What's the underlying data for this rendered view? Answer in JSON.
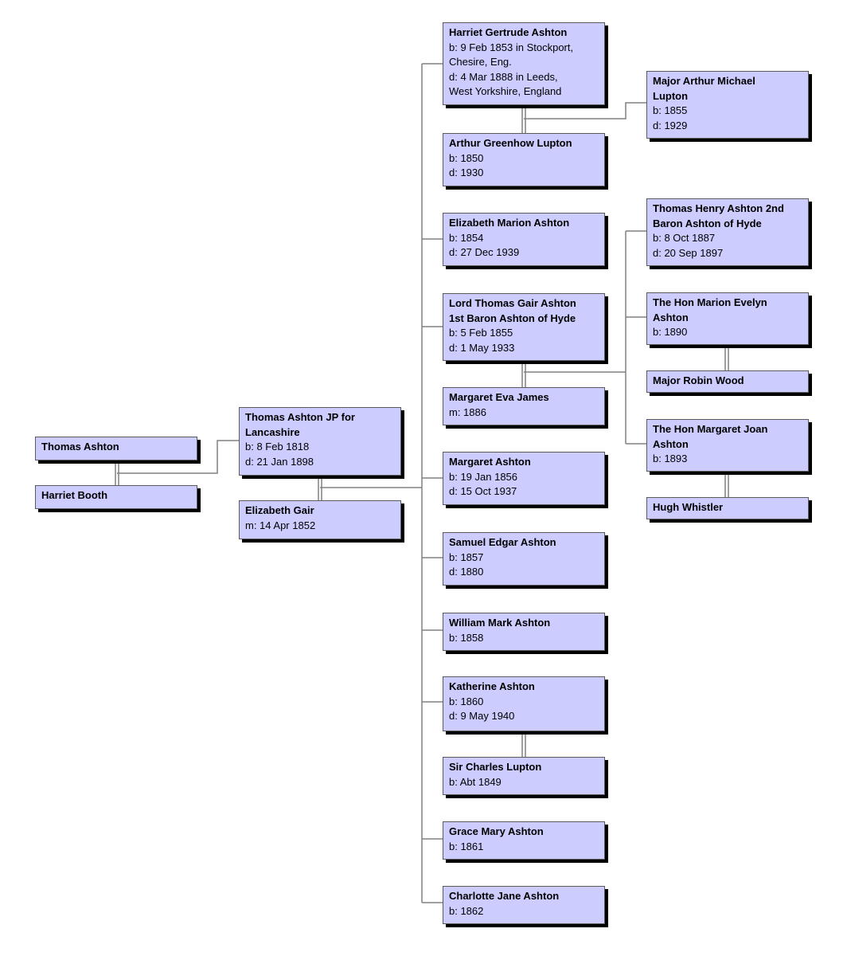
{
  "colors": {
    "box_fill": "#ccccff",
    "box_border": "#5a5a5a",
    "shadow": "#000000",
    "connector": "#808080"
  },
  "people": {
    "p_thomas_sr": {
      "name": "Thomas Ashton",
      "lines": []
    },
    "p_harriet_booth": {
      "name": "Harriet Booth",
      "lines": []
    },
    "p_thomas_jp": {
      "name": "Thomas Ashton JP for\nLancashire",
      "lines": [
        "b: 8 Feb 1818",
        "d: 21 Jan 1898"
      ]
    },
    "p_elizabeth_gair": {
      "name": "Elizabeth Gair",
      "lines": [
        "m: 14 Apr 1852"
      ]
    },
    "p_harriet_gertrude": {
      "name": "Harriet Gertrude Ashton",
      "lines": [
        "b: 9 Feb 1853 in Stockport,\nChesire, Eng.",
        "d: 4 Mar 1888 in Leeds,\nWest Yorkshire, England"
      ]
    },
    "p_arthur_greenhow": {
      "name": "Arthur Greenhow Lupton",
      "lines": [
        "b: 1850",
        "d: 1930"
      ]
    },
    "p_elizabeth_marion": {
      "name": "Elizabeth Marion Ashton",
      "lines": [
        "b: 1854",
        "d: 27 Dec 1939"
      ]
    },
    "p_lord_thomas": {
      "name": "Lord Thomas Gair Ashton\n1st Baron Ashton of Hyde",
      "lines": [
        "b: 5 Feb 1855",
        "d: 1 May 1933"
      ]
    },
    "p_margaret_eva": {
      "name": "Margaret Eva James",
      "lines": [
        "m: 1886"
      ]
    },
    "p_margaret_ashton": {
      "name": "Margaret Ashton",
      "lines": [
        "b: 19 Jan 1856",
        "d: 15 Oct 1937"
      ]
    },
    "p_samuel_edgar": {
      "name": "Samuel Edgar Ashton",
      "lines": [
        "b: 1857",
        "d: 1880"
      ]
    },
    "p_william_mark": {
      "name": "William Mark Ashton",
      "lines": [
        "b: 1858"
      ]
    },
    "p_katherine": {
      "name": "Katherine Ashton",
      "lines": [
        "b: 1860",
        "d: 9 May 1940"
      ]
    },
    "p_sir_charles": {
      "name": "Sir Charles Lupton",
      "lines": [
        "b: Abt 1849"
      ]
    },
    "p_grace_mary": {
      "name": "Grace Mary Ashton",
      "lines": [
        "b: 1861"
      ]
    },
    "p_charlotte_jane": {
      "name": "Charlotte Jane Ashton",
      "lines": [
        "b: 1862"
      ]
    },
    "p_major_arthur": {
      "name": "Major Arthur Michael\nLupton",
      "lines": [
        "b: 1855",
        "d: 1929"
      ]
    },
    "p_thomas_henry": {
      "name": "Thomas Henry Ashton 2nd\nBaron Ashton of Hyde",
      "lines": [
        "b: 8 Oct 1887",
        "d: 20 Sep 1897"
      ]
    },
    "p_marion_evelyn": {
      "name": "The Hon Marion Evelyn\nAshton",
      "lines": [
        "b: 1890"
      ]
    },
    "p_robin_wood": {
      "name": "Major Robin Wood",
      "lines": []
    },
    "p_margaret_joan": {
      "name": "The Hon Margaret Joan\nAshton",
      "lines": [
        "b: 1893"
      ]
    },
    "p_hugh_whistler": {
      "name": "Hugh Whistler",
      "lines": []
    }
  }
}
